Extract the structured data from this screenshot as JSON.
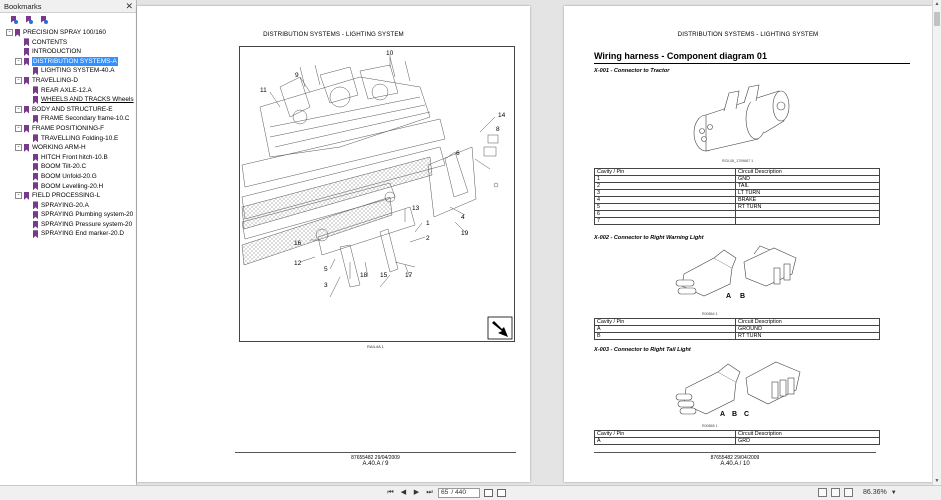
{
  "bookmarks": {
    "title": "Bookmarks",
    "items": [
      {
        "label": "PRECISION SPRAY 100/160",
        "level": 0,
        "toggle": "-",
        "selected": false,
        "underlined": false
      },
      {
        "label": "CONTENTS",
        "level": 1,
        "toggle": "",
        "selected": false,
        "underlined": false
      },
      {
        "label": "INTRODUCTION",
        "level": 1,
        "toggle": "",
        "selected": false,
        "underlined": false
      },
      {
        "label": "DISTRIBUTION SYSTEMS-A",
        "level": 1,
        "toggle": "-",
        "selected": true,
        "underlined": false
      },
      {
        "label": "LIGHTING SYSTEM-40.A",
        "level": 2,
        "toggle": "",
        "selected": false,
        "underlined": false
      },
      {
        "label": "TRAVELLING-D",
        "level": 1,
        "toggle": "-",
        "selected": false,
        "underlined": false
      },
      {
        "label": "REAR AXLE-12.A",
        "level": 2,
        "toggle": "",
        "selected": false,
        "underlined": false
      },
      {
        "label": "WHEELS AND TRACKS Wheels",
        "level": 2,
        "toggle": "",
        "selected": false,
        "underlined": true
      },
      {
        "label": "BODY AND STRUCTURE-E",
        "level": 1,
        "toggle": "-",
        "selected": false,
        "underlined": false
      },
      {
        "label": "FRAME Secondary frame-10.C",
        "level": 2,
        "toggle": "",
        "selected": false,
        "underlined": false
      },
      {
        "label": "FRAME POSITIONING-F",
        "level": 1,
        "toggle": "-",
        "selected": false,
        "underlined": false
      },
      {
        "label": "TRAVELLING Folding-10.E",
        "level": 2,
        "toggle": "",
        "selected": false,
        "underlined": false
      },
      {
        "label": "WORKING ARM-H",
        "level": 1,
        "toggle": "-",
        "selected": false,
        "underlined": false
      },
      {
        "label": "HITCH Front hitch-10.B",
        "level": 2,
        "toggle": "",
        "selected": false,
        "underlined": false
      },
      {
        "label": "BOOM Tilt-20.C",
        "level": 2,
        "toggle": "",
        "selected": false,
        "underlined": false
      },
      {
        "label": "BOOM Unfold-20.G",
        "level": 2,
        "toggle": "",
        "selected": false,
        "underlined": false
      },
      {
        "label": "BOOM Levelling-20.H",
        "level": 2,
        "toggle": "",
        "selected": false,
        "underlined": false
      },
      {
        "label": "FIELD PROCESSING-L",
        "level": 1,
        "toggle": "-",
        "selected": false,
        "underlined": false
      },
      {
        "label": "SPRAYING-20.A",
        "level": 2,
        "toggle": "",
        "selected": false,
        "underlined": false
      },
      {
        "label": "SPRAYING Plumbing system-20",
        "level": 2,
        "toggle": "",
        "selected": false,
        "underlined": false
      },
      {
        "label": "SPRAYING Pressure system-20",
        "level": 2,
        "toggle": "",
        "selected": false,
        "underlined": false
      },
      {
        "label": "SPRAYING End marker-20.D",
        "level": 2,
        "toggle": "",
        "selected": false,
        "underlined": false
      }
    ]
  },
  "left_page": {
    "header": "DISTRIBUTION SYSTEMS - LIGHTING SYSTEM",
    "callouts": [
      "10",
      "9",
      "11",
      "14",
      "8",
      "6",
      "13",
      "1",
      "2",
      "16",
      "12",
      "5",
      "18",
      "15",
      "17",
      "3",
      "4",
      "19"
    ],
    "figure_caption": "RAIL4A 1",
    "footer_code": "87655482 29/04/2009",
    "footer_page": "A.40.A / 9"
  },
  "right_page": {
    "header": "DISTRIBUTION SYSTEMS - LIGHTING SYSTEM",
    "title": "Wiring harness - Component diagram 01",
    "connectors": [
      {
        "title": "X-001 - Connector to Tractor",
        "caption": "RCIL06_1709667 1",
        "columns": [
          "Cavity / Pin",
          "Circuit Description"
        ],
        "rows": [
          [
            "1",
            "GND"
          ],
          [
            "2",
            "TAIL"
          ],
          [
            "3",
            "LT TURN"
          ],
          [
            "4",
            "BRAKE"
          ],
          [
            "5",
            "RT TURN"
          ],
          [
            "6",
            ""
          ],
          [
            "7",
            ""
          ]
        ]
      },
      {
        "title": "X-002 - Connector to Right Warning Light",
        "caption": "R00864 1",
        "pin_letters": [
          "A",
          "B"
        ],
        "columns": [
          "Cavity / Pin",
          "Circuit Description"
        ],
        "rows": [
          [
            "A",
            "GROUND"
          ],
          [
            "B",
            "RT TURN"
          ]
        ]
      },
      {
        "title": "X-003 - Connector to Right Tail Light",
        "caption": "R00865 1",
        "pin_letters": [
          "A",
          "B",
          "C"
        ],
        "columns": [
          "Cavity / Pin",
          "Circuit Description"
        ],
        "rows": [
          [
            "A",
            "GRD"
          ]
        ]
      }
    ],
    "footer_code": "87655482 29/04/2009",
    "footer_page": "A.40.A / 10"
  },
  "statusbar": {
    "current_page": "65",
    "total_pages": "/ 440",
    "zoom": "86.36%"
  },
  "colors": {
    "selection": "#3390ff",
    "bookmark_ribbon": "#7a3a8c",
    "panel_bg": "#ffffff",
    "doc_bg": "#e4e4e4"
  }
}
